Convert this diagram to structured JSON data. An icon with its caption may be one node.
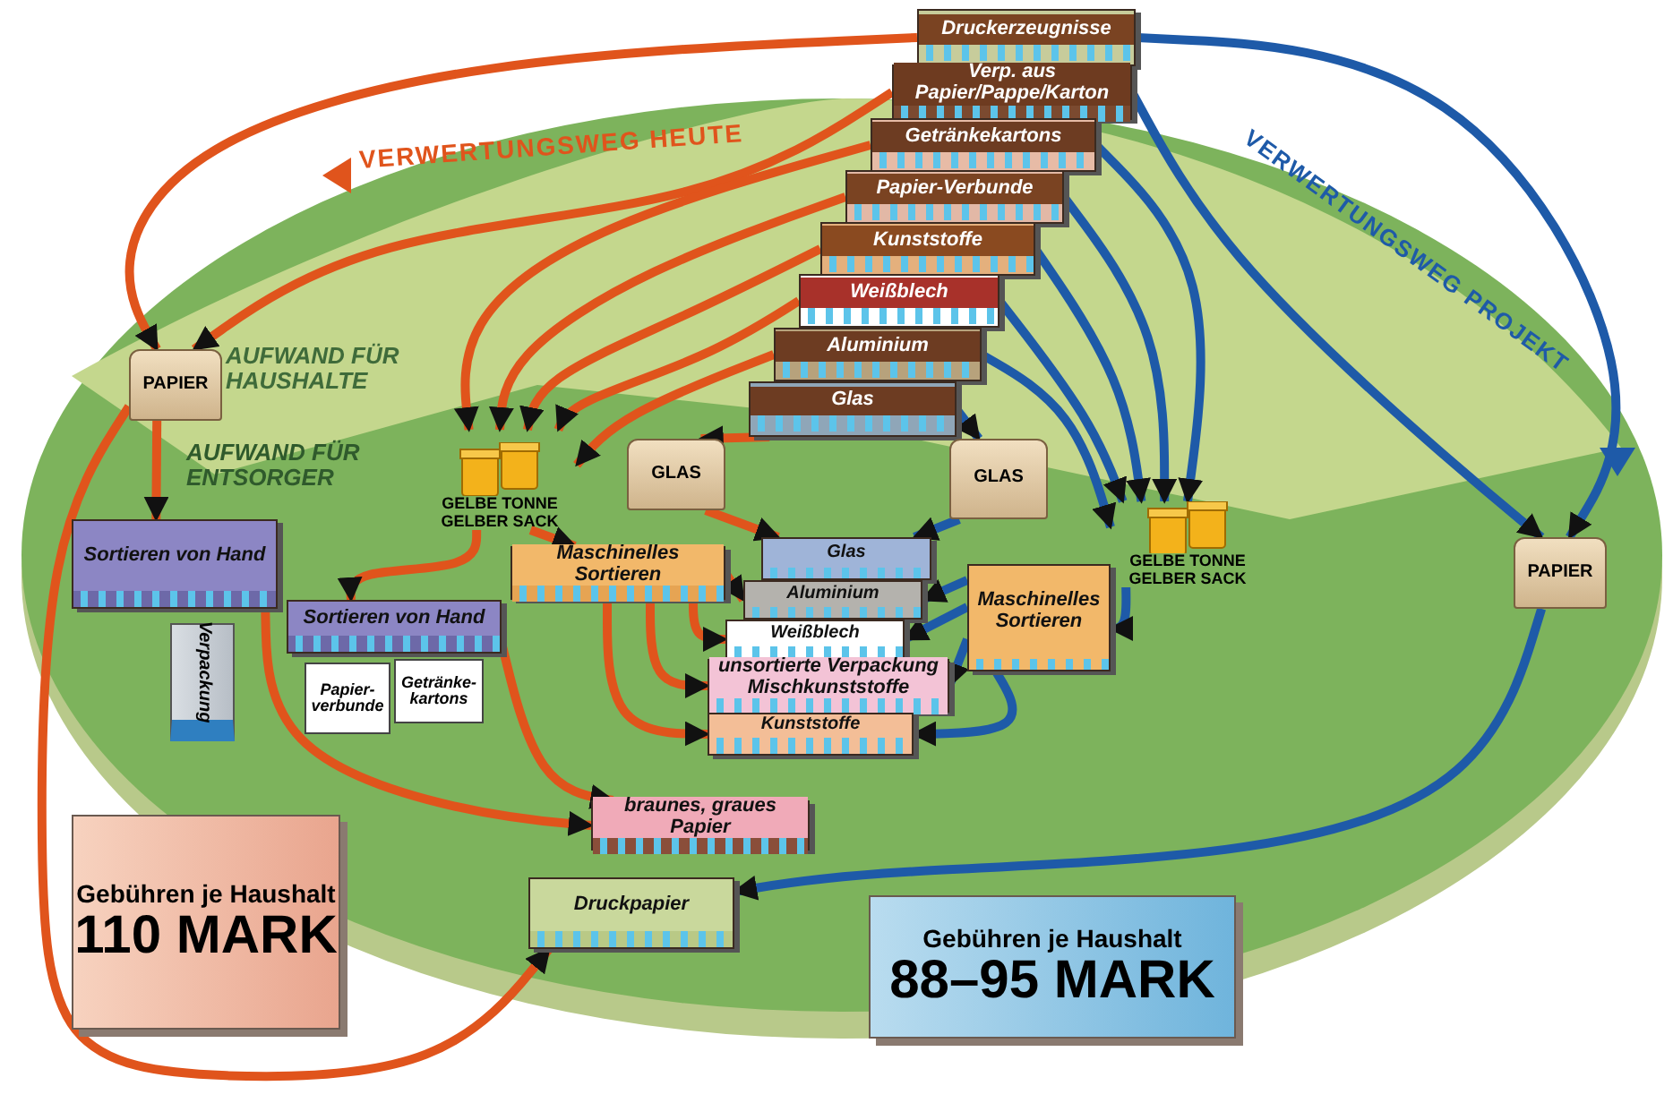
{
  "diagram": {
    "nodes": [
      {
        "text": [
          "Druckerzeugnisse"
        ]
      },
      {
        "text": [
          "Verp. aus Papier/Pappe/Karton"
        ]
      },
      {
        "text": [
          "Getränkekartons"
        ]
      },
      {
        "text": [
          "Papier-Verbunde"
        ]
      },
      {
        "text": [
          "Kunststoffe"
        ]
      },
      {
        "text": [
          "Weißblech"
        ]
      },
      {
        "text": [
          "Aluminium"
        ]
      },
      {
        "text": [
          "Glas"
        ]
      },
      {
        "text": [
          "PAPIER"
        ]
      },
      {
        "text": [
          "GELBE TONNE GELBER SACK"
        ]
      },
      {
        "text": [
          "GLAS"
        ]
      },
      {
        "text": [
          "GLAS"
        ]
      },
      {
        "text": [
          "Sortieren von Hand"
        ]
      },
      {
        "text": [
          "Verpackung"
        ]
      },
      {
        "text": [
          "Sortieren von Hand"
        ]
      },
      {
        "text": [
          "Maschinelles Sortieren"
        ]
      },
      {
        "text": [
          "Papier-verbunde"
        ]
      },
      {
        "text": [
          "Getränke-kartons"
        ]
      },
      {
        "text": [
          "Glas"
        ]
      },
      {
        "text": [
          "Aluminium"
        ]
      },
      {
        "text": [
          "Weißblech"
        ]
      },
      {
        "text": [
          "unsortierte Verpackung Mischkunststoffe"
        ]
      },
      {
        "text": [
          "Kunststoffe"
        ]
      },
      {
        "text": [
          "braunes, graues Papier"
        ]
      },
      {
        "text": [
          "Druckpapier"
        ]
      },
      {
        "text": [
          "Maschinelles Sortieren"
        ]
      },
      {
        "text": [
          "GELBE TONNE GELBER SACK"
        ]
      },
      {
        "text": [
          "PAPIER"
        ]
      },
      {
        "text": [
          "Gebühren je Haushalt",
          "110 MARK"
        ]
      },
      {
        "text": [
          "Gebühren je Haushalt",
          "88–95 MARK"
        ]
      }
    ],
    "edges": [
      {
        "from": 0,
        "to": 8,
        "arrow": "to"
      },
      {
        "from": 1,
        "to": 8,
        "arrow": "to"
      },
      {
        "from": 2,
        "to": 9,
        "arrow": "to"
      },
      {
        "from": 3,
        "to": 9,
        "arrow": "to"
      },
      {
        "from": 4,
        "to": 9,
        "arrow": "to"
      },
      {
        "from": 5,
        "to": 9,
        "arrow": "to"
      },
      {
        "from": 6,
        "to": 9,
        "arrow": "to"
      },
      {
        "from": 7,
        "to": 10,
        "arrow": "to"
      },
      {
        "from": 8,
        "to": 12,
        "arrow": "to"
      },
      {
        "from": 12,
        "to": 23,
        "arrow": "to"
      },
      {
        "from": 14,
        "to": 23,
        "arrow": "to"
      },
      {
        "from": 8,
        "to": 24,
        "arrow": "to"
      },
      {
        "from": 9,
        "to": 14,
        "arrow": "to"
      },
      {
        "from": 9,
        "to": 15,
        "arrow": "to"
      },
      {
        "from": 10,
        "to": 18,
        "arrow": "to"
      },
      {
        "from": 15,
        "to": 19,
        "arrow": "to"
      },
      {
        "from": 15,
        "to": 20,
        "arrow": "to"
      },
      {
        "from": 15,
        "to": 21,
        "arrow": "to"
      },
      {
        "from": 15,
        "to": 22,
        "arrow": "to"
      },
      {
        "from": 0,
        "to": 27,
        "arrow": "to",
        "color": "#1e5aa8"
      },
      {
        "from": 1,
        "to": 27,
        "arrow": "to",
        "color": "#1e5aa8"
      },
      {
        "from": 2,
        "to": 26,
        "arrow": "to",
        "color": "#1e5aa8"
      },
      {
        "from": 3,
        "to": 26,
        "arrow": "to",
        "color": "#1e5aa8"
      },
      {
        "from": 4,
        "to": 26,
        "arrow": "to",
        "color": "#1e5aa8"
      },
      {
        "from": 5,
        "to": 26,
        "arrow": "to",
        "color": "#1e5aa8"
      },
      {
        "from": 6,
        "to": 26,
        "arrow": "to",
        "color": "#1e5aa8"
      },
      {
        "from": 7,
        "to": 11,
        "arrow": "to",
        "color": "#1e5aa8"
      },
      {
        "from": 11,
        "to": 18,
        "arrow": "to",
        "color": "#1e5aa8"
      },
      {
        "from": 26,
        "to": 25,
        "arrow": "to",
        "color": "#1e5aa8"
      },
      {
        "from": 25,
        "to": 19,
        "arrow": "to",
        "color": "#1e5aa8"
      },
      {
        "from": 25,
        "to": 20,
        "arrow": "to",
        "color": "#1e5aa8"
      },
      {
        "from": 25,
        "to": 21,
        "arrow": "to",
        "color": "#1e5aa8"
      },
      {
        "from": 25,
        "to": 22,
        "arrow": "to",
        "color": "#1e5aa8"
      },
      {
        "from": 27,
        "to": 24,
        "arrow": "to",
        "color": "#1e5aa8"
      }
    ],
    "labels": [
      "VERWERTUNGSWEG HEUTE",
      "VERWERTUNGSWEG PROJEKT",
      "AUFWAND FÜR HAUSHALTE",
      "AUFWAND FÜR ENTSORGER"
    ]
  }
}
